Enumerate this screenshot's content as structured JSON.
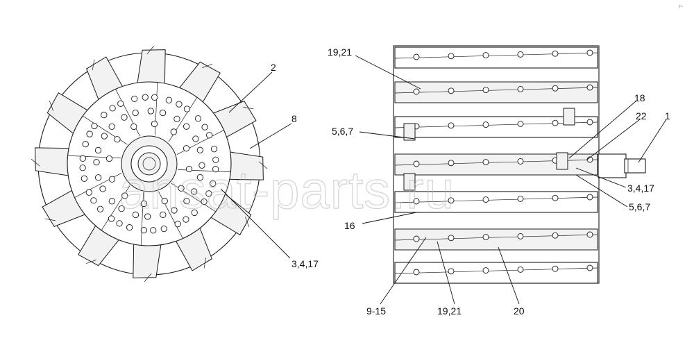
{
  "watermark": "ansat-parts.ru",
  "corner_mark": "r-",
  "callouts": {
    "front_view": [
      {
        "id": "c2",
        "text": "2"
      },
      {
        "id": "c8",
        "text": "8"
      },
      {
        "id": "c3417",
        "text": "3,4,17"
      }
    ],
    "side_view": [
      {
        "id": "c1921top",
        "text": "19,21"
      },
      {
        "id": "c567left",
        "text": "5,6,7"
      },
      {
        "id": "c18",
        "text": "18"
      },
      {
        "id": "c22",
        "text": "22"
      },
      {
        "id": "c1",
        "text": "1"
      },
      {
        "id": "c3417right",
        "text": "3,4,17"
      },
      {
        "id": "c567right",
        "text": "5,6,7"
      },
      {
        "id": "c16",
        "text": "16"
      },
      {
        "id": "c915",
        "text": "9-15"
      },
      {
        "id": "c1921bottom",
        "text": "19,21"
      },
      {
        "id": "c20",
        "text": "20"
      }
    ]
  }
}
